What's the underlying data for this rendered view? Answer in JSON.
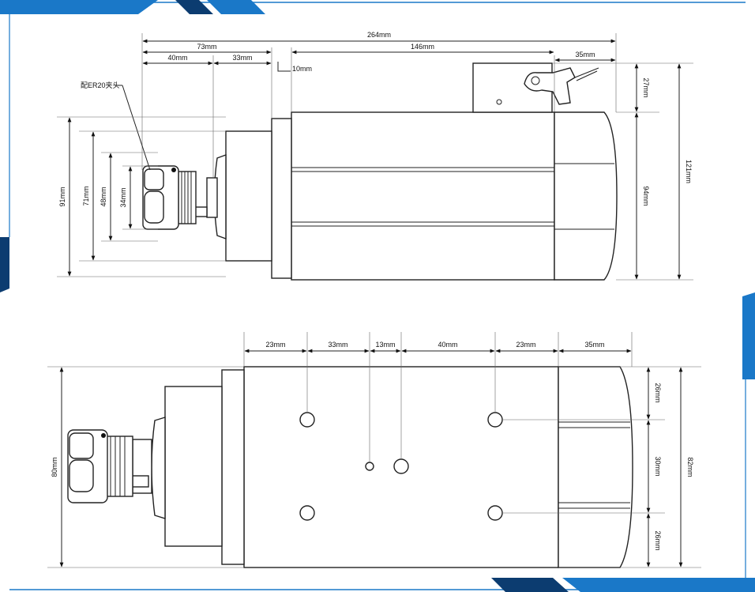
{
  "accent_color": "#1a78c8",
  "accent_dark": "#0c3c70",
  "chuck_label": "配ER20夹头",
  "top_view": {
    "horizontal_dims": [
      "264mm",
      "73mm",
      "146mm",
      "40mm",
      "33mm",
      "35mm",
      "10mm"
    ],
    "vertical_dims": [
      "91mm",
      "71mm",
      "48mm",
      "34mm",
      "27mm",
      "94mm",
      "121mm"
    ]
  },
  "bottom_view": {
    "horizontal_dims": [
      "23mm",
      "33mm",
      "13mm",
      "40mm",
      "23mm",
      "35mm"
    ],
    "vertical_dims": [
      "80mm",
      "26mm",
      "30mm",
      "26mm",
      "82mm"
    ]
  }
}
